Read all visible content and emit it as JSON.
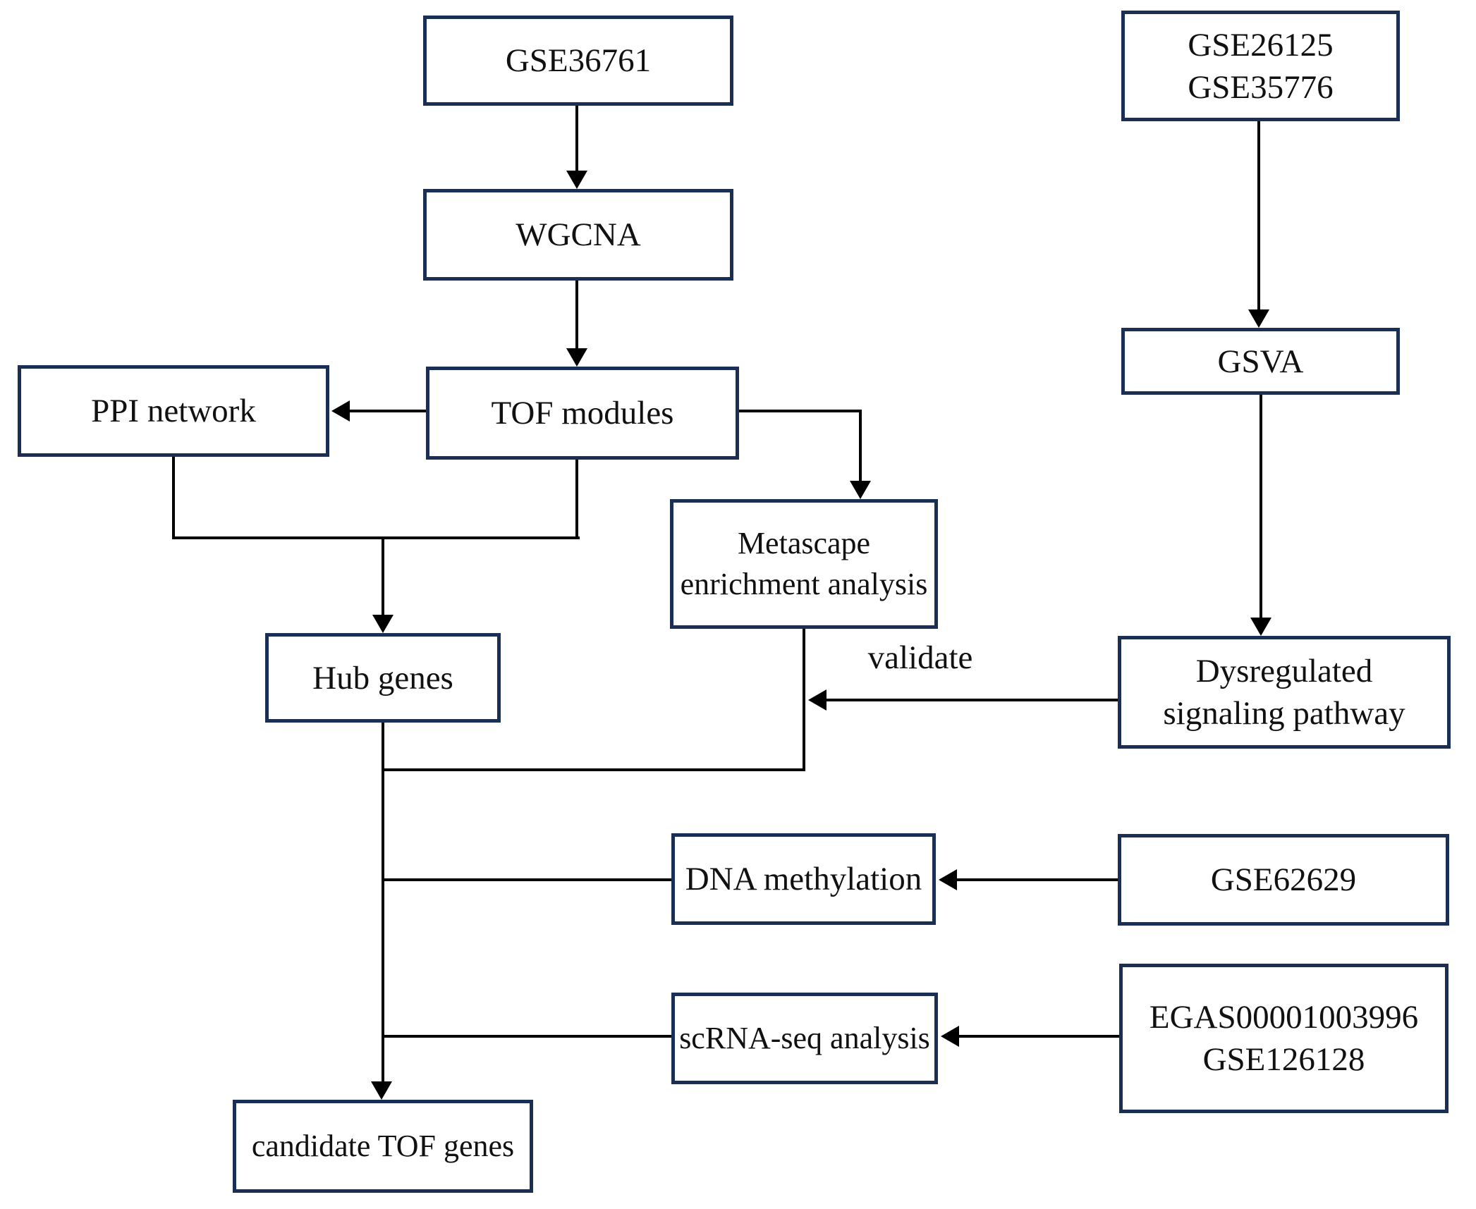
{
  "nodes": {
    "gse36761": {
      "label": "GSE36761"
    },
    "wgcna": {
      "label": "WGCNA"
    },
    "tof_modules": {
      "label": "TOF modules"
    },
    "ppi_network": {
      "label": "PPI network"
    },
    "metascape": {
      "lines": [
        "Metascape",
        "enrichment analysis"
      ]
    },
    "hub_genes": {
      "label": "Hub genes"
    },
    "candidate_tof_genes": {
      "label": "candidate TOF genes"
    },
    "dna_methylation": {
      "label": "DNA methylation"
    },
    "scrna_seq": {
      "label": "scRNA-seq analysis"
    },
    "gse26125_gse35776": {
      "lines": [
        "GSE26125",
        "GSE35776"
      ]
    },
    "gsva": {
      "label": "GSVA"
    },
    "dysregulated_pathway": {
      "lines": [
        "Dysregulated",
        "signaling pathway"
      ]
    },
    "gse62629": {
      "label": "GSE62629"
    },
    "egas_gse126128": {
      "lines": [
        "EGAS00001003996",
        "GSE126128"
      ]
    }
  },
  "edge_labels": {
    "validate": "validate"
  },
  "colors": {
    "box_border": "#1b2f54",
    "line": "#000000",
    "text": "#111111",
    "background": "#ffffff"
  }
}
